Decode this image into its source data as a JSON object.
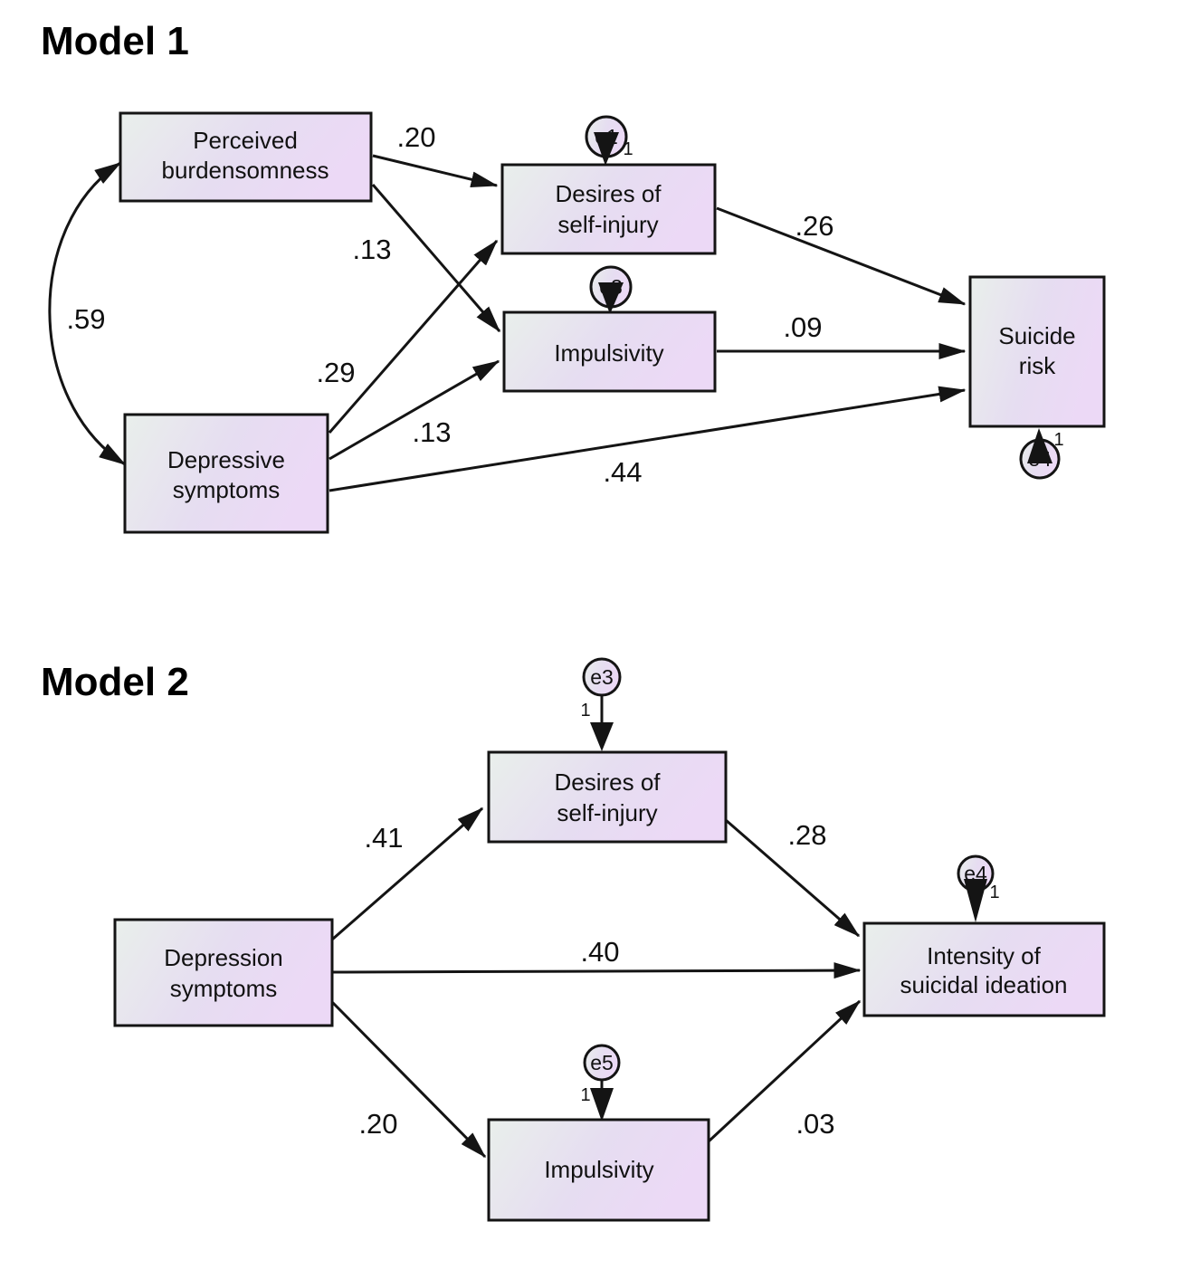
{
  "colors": {
    "background": "#ffffff",
    "box_fill_start": "#e9efeb",
    "box_fill_mid": "#e6ddf1",
    "box_fill_end": "#ecd9f6",
    "stroke": "#141414",
    "text": "#111111"
  },
  "model1": {
    "title": "Model 1",
    "nodes": {
      "perceived_burdensomness": {
        "line1": "Perceived",
        "line2": "burdensomness"
      },
      "desires_self_injury": {
        "line1": "Desires of",
        "line2": "self-injury"
      },
      "impulsivity": {
        "line1": "Impulsivity"
      },
      "suicide_risk": {
        "line1": "Suicide",
        "line2": "risk"
      },
      "depressive_symptoms": {
        "line1": "Depressive",
        "line2": "symptoms"
      }
    },
    "errors": {
      "desires": {
        "label": "e1",
        "loading": "1"
      },
      "impulsivity": {
        "label": "e3"
      },
      "suicide": {
        "label": "e4",
        "loading": "1"
      }
    },
    "coefficients": {
      "pb_to_desires": ".20",
      "pb_to_impulsivity": ".13",
      "ds_to_desires": ".29",
      "ds_to_impulsivity": ".13",
      "ds_to_suicide": ".44",
      "desires_to_suicide": ".26",
      "impulsivity_to_suicide": ".09",
      "pb_ds_covariance": ".59"
    }
  },
  "model2": {
    "title": "Model 2",
    "nodes": {
      "depression_symptoms": {
        "line1": "Depression",
        "line2": "symptoms"
      },
      "desires_self_injury": {
        "line1": "Desires of",
        "line2": "self-injury"
      },
      "impulsivity": {
        "line1": "Impulsivity"
      },
      "intensity_suicidal_ideation": {
        "line1": "Intensity of",
        "line2": "suicidal ideation"
      }
    },
    "errors": {
      "desires": {
        "label": "e3",
        "loading": "1"
      },
      "intensity": {
        "label": "e4",
        "loading": "1"
      },
      "impulsivity": {
        "label": "e5",
        "loading": "1"
      }
    },
    "coefficients": {
      "ds_to_desires": ".41",
      "ds_to_intensity": ".40",
      "ds_to_impulsivity": ".20",
      "desires_to_intensity": ".28",
      "impulsivity_to_intensity": ".03"
    }
  }
}
